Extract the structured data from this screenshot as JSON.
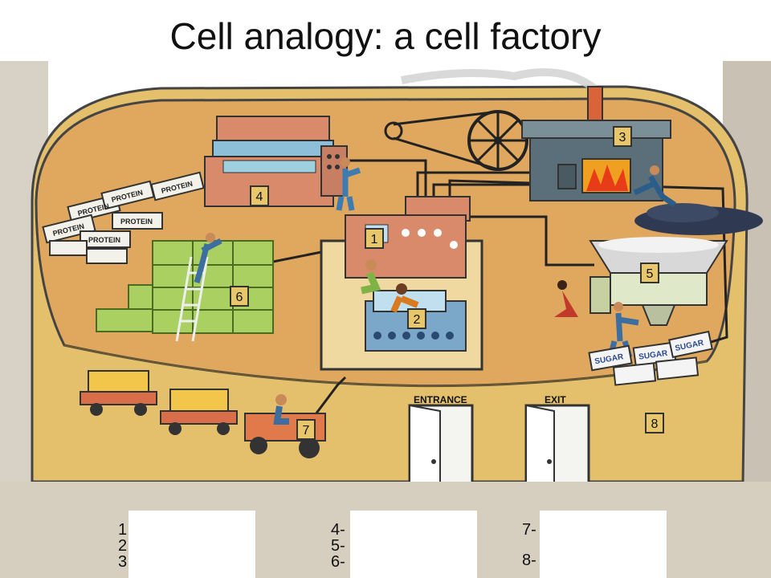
{
  "title": "Cell analogy: a cell factory",
  "door_signs": {
    "entrance": "ENTRANCE",
    "exit": "EXIT"
  },
  "crate_label": "PROTEIN",
  "sack_label": "SUGAR",
  "numbers": [
    "1",
    "2",
    "3",
    "4",
    "5",
    "6",
    "7",
    "8"
  ],
  "key": {
    "col1": [
      "1",
      "2",
      "3"
    ],
    "col2": [
      "4-",
      "5-",
      "6-"
    ],
    "col3": [
      "7-",
      "8-"
    ]
  }
}
